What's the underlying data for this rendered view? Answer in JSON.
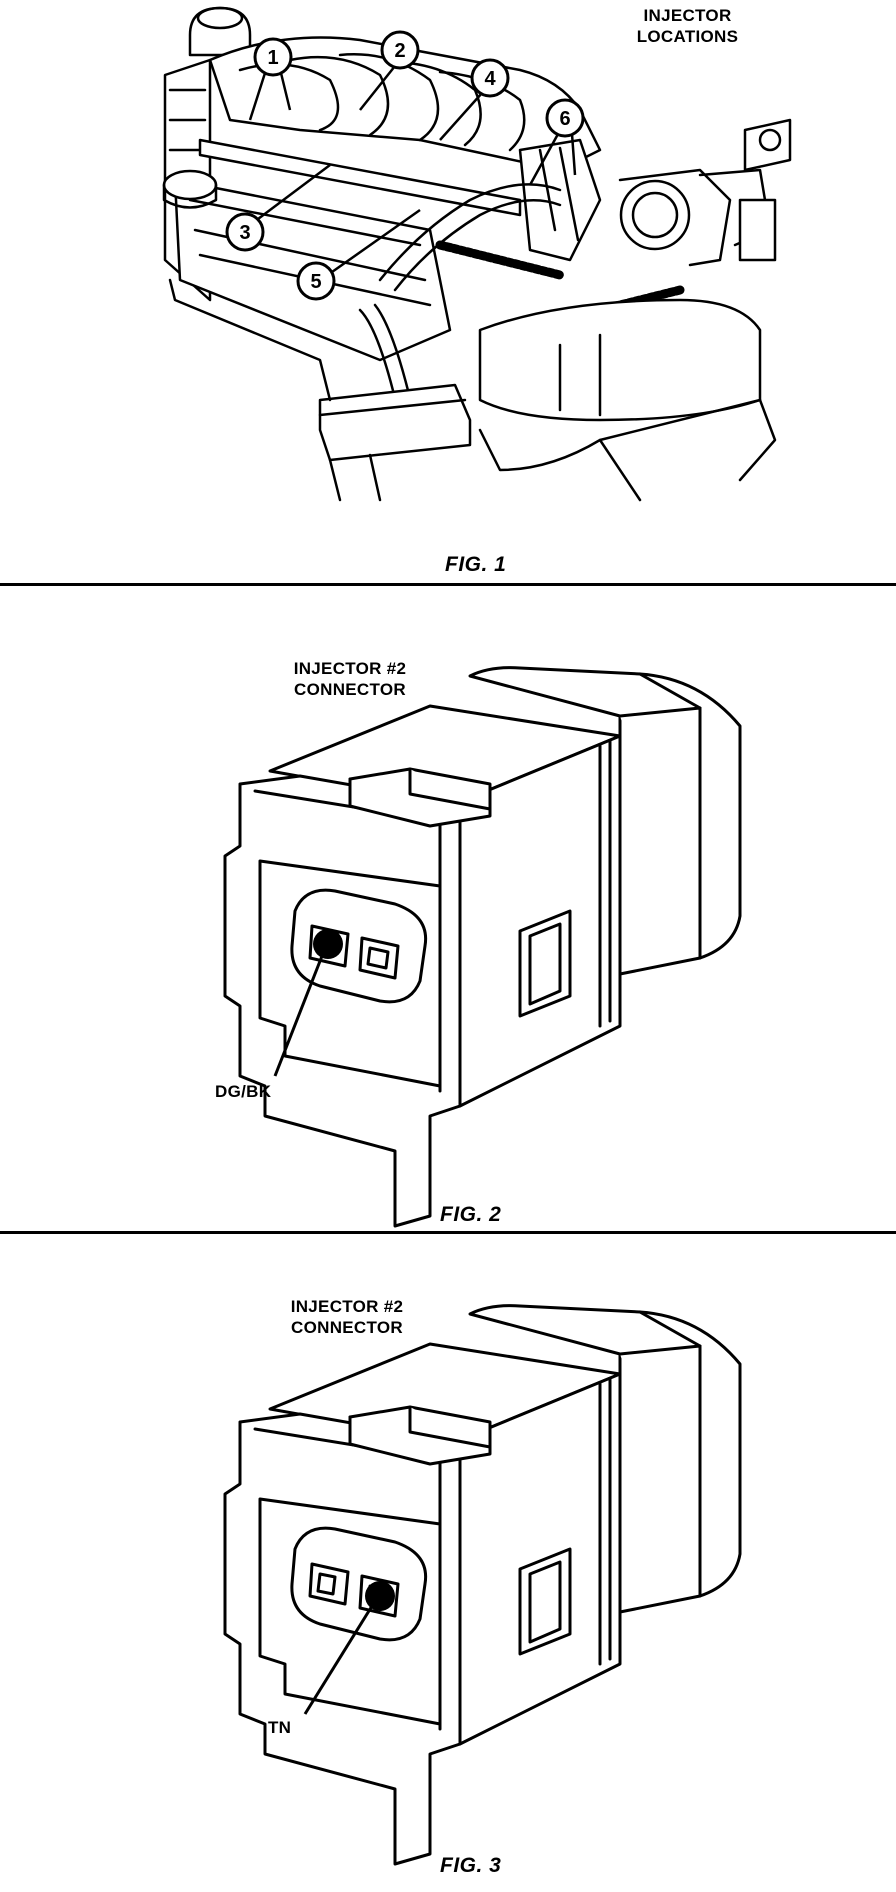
{
  "figure1": {
    "title_line1": "INJECTOR",
    "title_line2": "LOCATIONS",
    "caption": "FIG. 1",
    "callouts": [
      "1",
      "2",
      "3",
      "4",
      "5",
      "6"
    ]
  },
  "figure2": {
    "title_line1": "INJECTOR #2",
    "title_line2": "CONNECTOR",
    "wire_label": "DG/BK",
    "caption": "FIG. 2"
  },
  "figure3": {
    "title_line1": "INJECTOR #2",
    "title_line2": "CONNECTOR",
    "wire_label": "TN",
    "caption": "FIG. 3"
  }
}
